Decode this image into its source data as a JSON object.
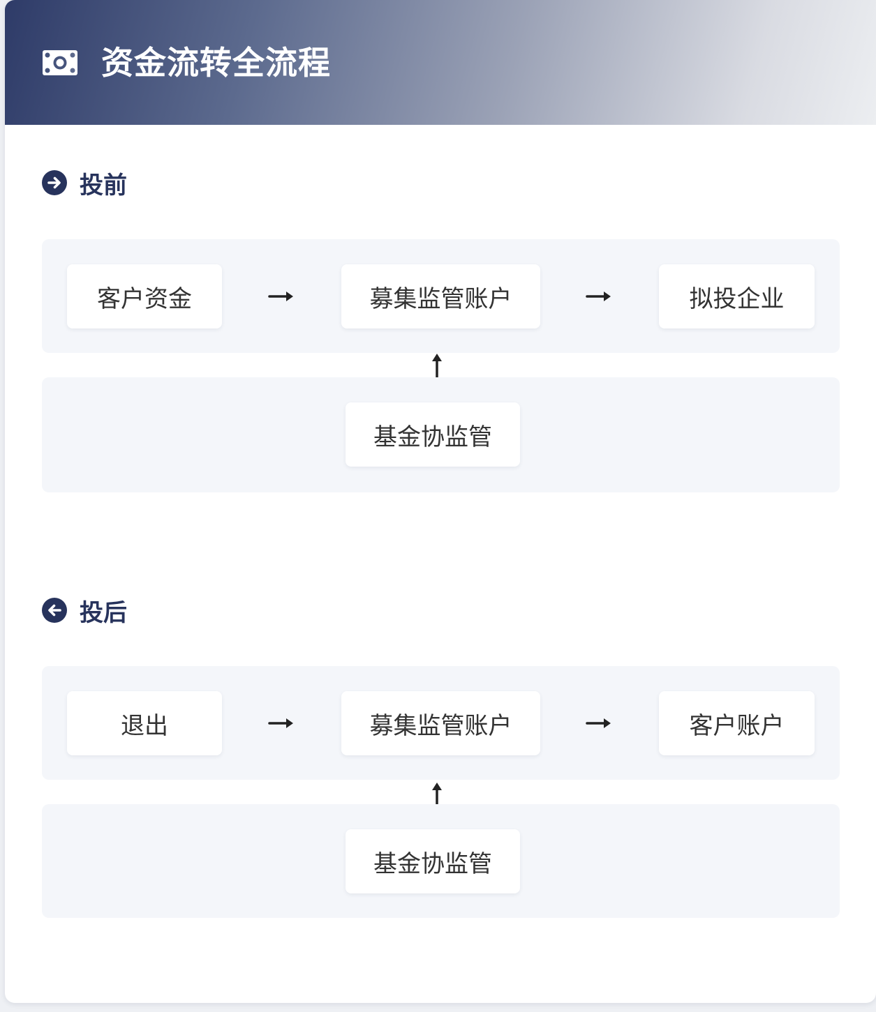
{
  "header": {
    "icon": "money-bill-icon",
    "title": "资金流转全流程"
  },
  "sections": [
    {
      "icon": "arrow-circle-right-icon",
      "title": "投前",
      "flow": [
        "客户资金",
        "募集监管账户",
        "拟投企业"
      ],
      "oversight": "基金协监管"
    },
    {
      "icon": "arrow-circle-left-icon",
      "title": "投后",
      "flow": [
        "退出",
        "募集监管账户",
        "客户账户"
      ],
      "oversight": "基金协监管"
    }
  ],
  "colors": {
    "header_gradient_start": "#2e3b68",
    "header_gradient_end": "#eceef1",
    "accent": "#27335c",
    "panel_bg": "#f4f6fa",
    "node_bg": "#ffffff",
    "arrow": "#222222"
  }
}
